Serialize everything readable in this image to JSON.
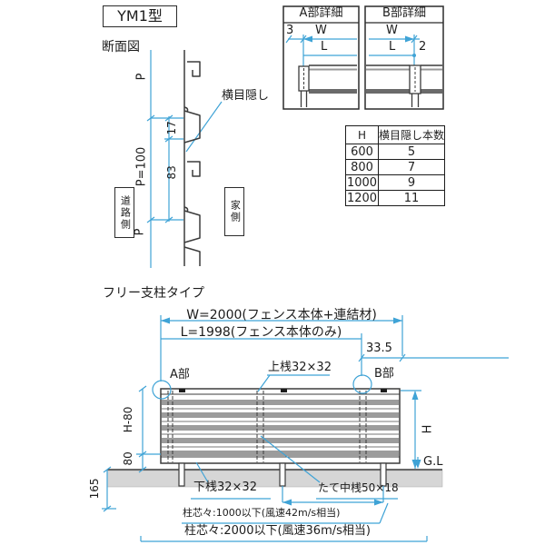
{
  "colors": {
    "dimension_line": "#3fa3d6",
    "drawing_line": "#3b3b3b",
    "slat_gray": "#9c9c9c",
    "ground_gray": "#d6d6d6"
  },
  "header": {
    "model": "YM1型",
    "section_label": "断面図"
  },
  "cross_section": {
    "pitch_top": "P",
    "dim_17": "17",
    "pitch_100": "P=100",
    "dim_83": "83",
    "pitch_bottom": "P",
    "road_side": "道路側",
    "house_side": "家側",
    "slat_label": "横目隠し"
  },
  "detail_a": {
    "title": "A部詳細",
    "dim_3": "3",
    "dim_w": "W",
    "dim_l": "L"
  },
  "detail_b": {
    "title": "B部詳細",
    "dim_w": "W",
    "dim_l": "L",
    "dim_2": "2"
  },
  "spec_table": {
    "headers": [
      "H",
      "横目隠し本数"
    ],
    "rows": [
      [
        "600",
        "5"
      ],
      [
        "800",
        "7"
      ],
      [
        "1000",
        "9"
      ],
      [
        "1200",
        "11"
      ]
    ]
  },
  "elevation": {
    "title": "フリー支柱タイプ",
    "dim_w": "W=2000(フェンス本体+連結材)",
    "dim_l": "L=1998(フェンス本体のみ)",
    "dim_33_5": "33.5",
    "part_a": "A部",
    "part_b": "B部",
    "top_rail": "上桟32×32",
    "bottom_rail": "下桟32×32",
    "center_rail": "たて中桟50×18",
    "dim_h_minus_80": "H-80",
    "dim_80": "80",
    "dim_165": "165",
    "dim_h": "H",
    "ground_level": "G.L",
    "note_1000": "柱芯々:1000以下(風速42m/s相当)",
    "note_2000": "柱芯々:2000以下(風速36m/s相当)"
  }
}
